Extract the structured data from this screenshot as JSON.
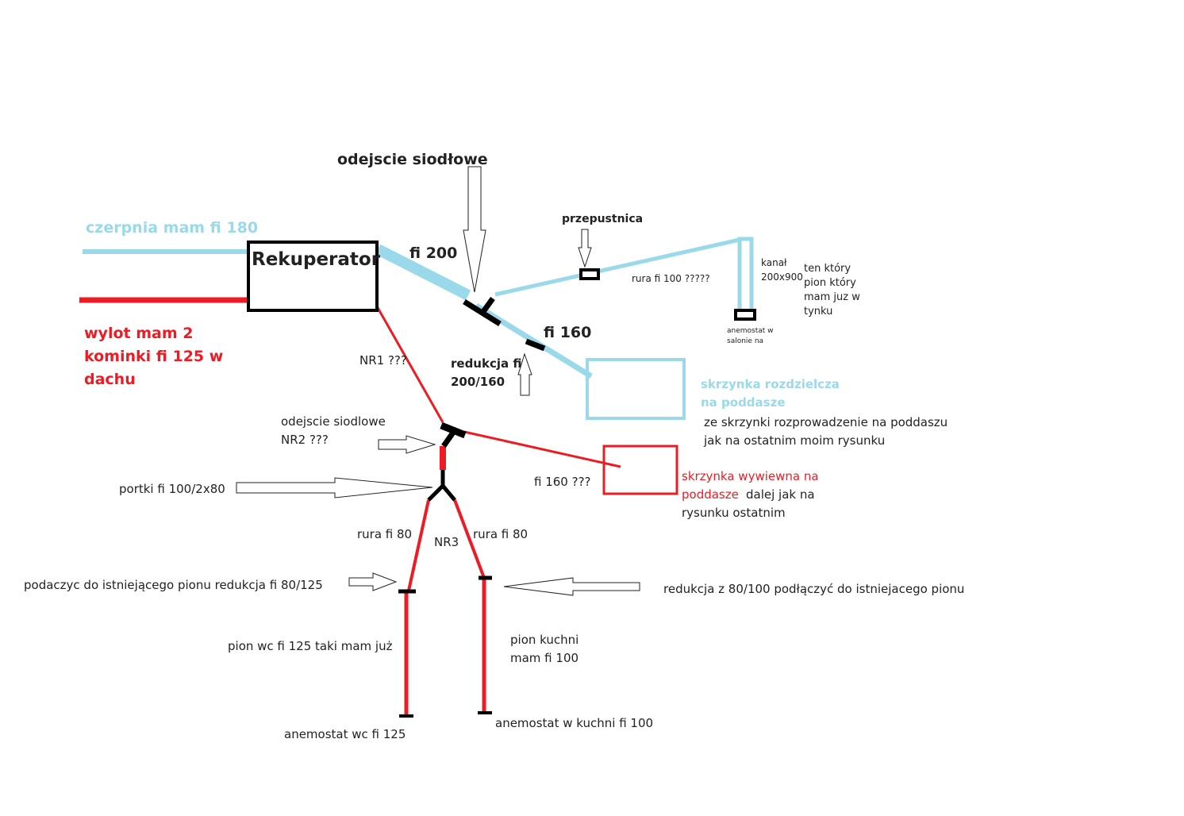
{
  "colors": {
    "supply": "#99d9ea",
    "exhaust": "#ed1c24",
    "ink": "#000000"
  },
  "labels": {
    "saddle_top": "odejscie siodłowe",
    "intake": "czerpnia mam fi 180",
    "unit": "Rekuperator",
    "outlet": [
      "wylot mam 2",
      "kominki fi 125 w",
      "dachu"
    ],
    "fi200": "fi 200",
    "damper": "przepustnica",
    "pipe100": "rura fi 100 ?????",
    "channel": [
      "kanał",
      "200x900"
    ],
    "existing": [
      "ten który",
      "pion który",
      "mam juz w",
      "tynku"
    ],
    "anemostat_living": [
      "anemostat w",
      "salonie na"
    ],
    "fi160": "fi 160",
    "reduction": [
      "redukcja fi",
      "200/160"
    ],
    "nr1": "NR1 ???",
    "dist_box": [
      "skrzynka rozdzielcza",
      "na poddasze"
    ],
    "dist_note": [
      "ze skrzynki  rozprowadzenie na poddaszu",
      "jak na ostatnim moim rysunku"
    ],
    "saddle_nr2": [
      "odejscie siodlowe",
      "NR2 ???"
    ],
    "trousers": "portki fi 100/2x80",
    "fi160q": "fi 160 ???",
    "exhaust_box_red": [
      "skrzynka wywiewna na",
      "poddasze"
    ],
    "exhaust_box_black": [
      "dalej jak na",
      "rysunku ostatnim"
    ],
    "pipe80_left": "rura fi 80",
    "nr3": "NR3",
    "pipe80_right": "rura fi 80",
    "connect_left": "podaczyc do istniejącego pionu  redukcja fi 80/125",
    "connect_right": "redukcja z 80/100 podłączyć do istniejacego pionu",
    "riser_wc": "pion wc fi 125 taki mam już",
    "riser_kitchen": [
      "pion kuchni",
      "mam fi 100"
    ],
    "anemostat_wc": "anemostat wc fi 125",
    "anemostat_kitchen": "anemostat w kuchni fi 100"
  }
}
